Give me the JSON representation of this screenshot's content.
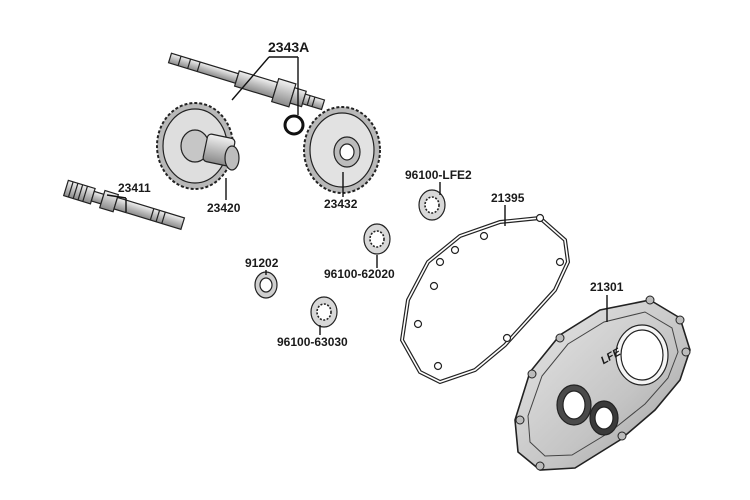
{
  "diagram": {
    "colors": {
      "part_fill": "#cfcfcf",
      "part_dark": "#9e9e9e",
      "part_light": "#ececec",
      "stroke": "#222222"
    },
    "labels": {
      "shaft_2343a": "2343A",
      "gear_23420": "23420",
      "gear_23432": "23432",
      "shaft_23411": "23411",
      "bearing_lfe2": "96100-LFE2",
      "gasket_21395": "21395",
      "bearing_62020": "96100-62020",
      "seal_91202": "91202",
      "cover_21301": "21301",
      "bearing_63030": "96100-63030",
      "cover_logo": "LFE"
    }
  }
}
